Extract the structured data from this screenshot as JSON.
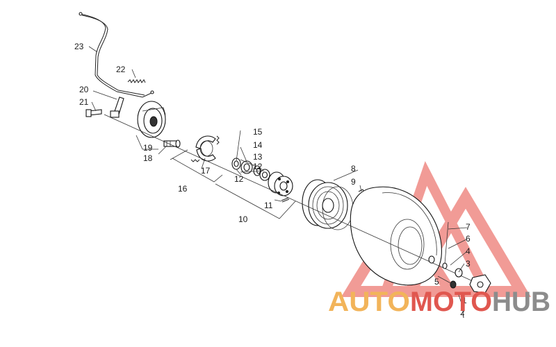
{
  "diagram": {
    "callouts": {
      "c1": "1",
      "c2": "2",
      "c3": "3",
      "c4": "4",
      "c5": "5",
      "c6": "6",
      "c7": "7",
      "c8": "8",
      "c9": "9",
      "c10": "10",
      "c11": "11",
      "c12a": "12",
      "c12b": "12",
      "c13": "13",
      "c14": "14",
      "c15": "15",
      "c16": "16",
      "c17": "17",
      "c18": "18",
      "c19": "19",
      "c20": "20",
      "c21": "21",
      "c22": "22",
      "c23": "23"
    }
  },
  "watermark": {
    "part1": "AUTO",
    "part2": "MOTO",
    "part3": "HUB",
    "colors": {
      "orange": "#f2b45a",
      "red": "#e0574f",
      "gray": "#8c8c8c"
    }
  }
}
